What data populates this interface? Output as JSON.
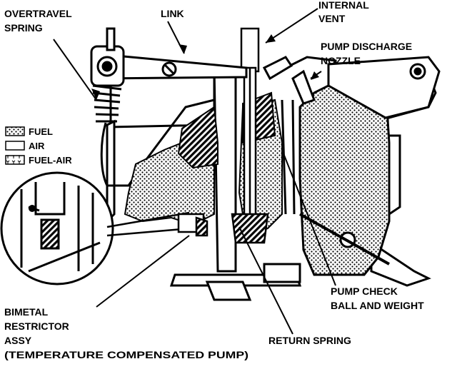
{
  "labels": {
    "overtravel_spring": [
      "OVERTRAVEL",
      "SPRING"
    ],
    "link": "LINK",
    "internal_vent": [
      "INTERNAL",
      "VENT"
    ],
    "pump_discharge_nozzle": [
      "PUMP DISCHARGE",
      "NOZZLE"
    ],
    "pump_check_ball": [
      "PUMP CHECK",
      "BALL AND WEIGHT"
    ],
    "return_spring": "RETURN SPRING",
    "bimetal_restrictor": [
      "BIMETAL",
      "RESTRICTOR",
      "ASSY",
      "(TEMPERATURE COMPENSATED PUMP)"
    ]
  },
  "legend": {
    "fuel": "FUEL",
    "air": "AIR",
    "fuel_air": "FUEL-AIR"
  }
}
